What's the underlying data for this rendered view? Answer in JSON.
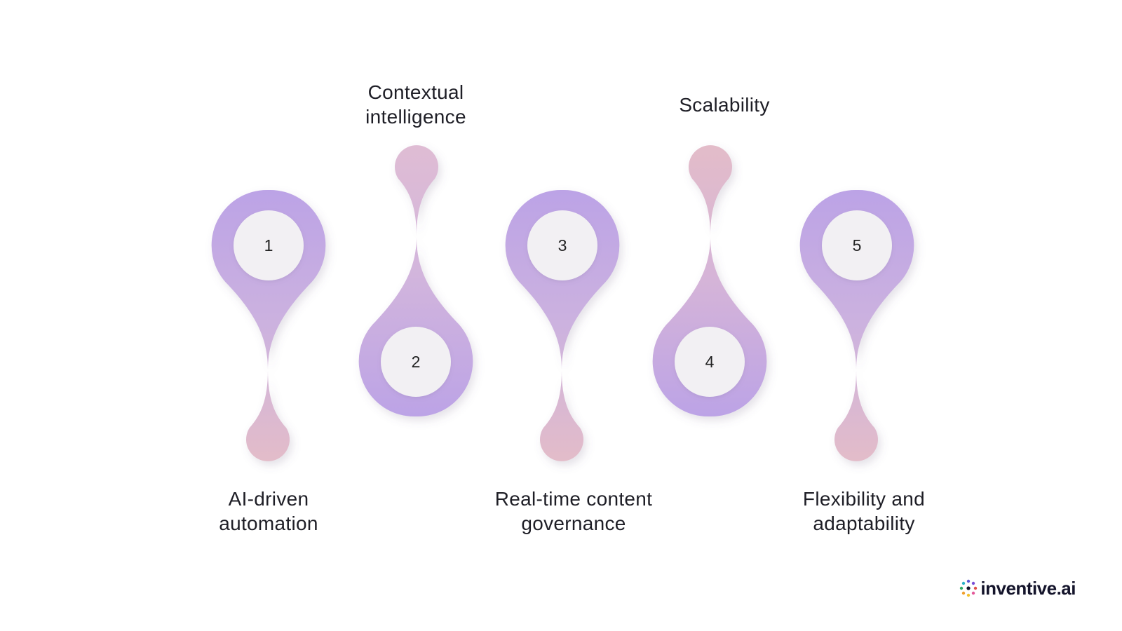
{
  "steps": [
    {
      "number": "1",
      "title_lines": [
        "AI-driven",
        "automation"
      ]
    },
    {
      "number": "2",
      "title_lines": [
        "Contextual",
        "intelligence"
      ]
    },
    {
      "number": "3",
      "title_lines": [
        "Real-time content",
        "governance"
      ]
    },
    {
      "number": "4",
      "title_lines": [
        "Scalability"
      ]
    },
    {
      "number": "5",
      "title_lines": [
        "Flexibility and",
        "adaptability"
      ]
    }
  ],
  "brand": {
    "name": "inventive.ai",
    "icon": "sparkle-grid-icon"
  },
  "colors": {
    "purple": "#bca3e6",
    "pink": "#e3bcc9",
    "inner_circle": "#f2f0f3",
    "text": "#1e1e26"
  }
}
